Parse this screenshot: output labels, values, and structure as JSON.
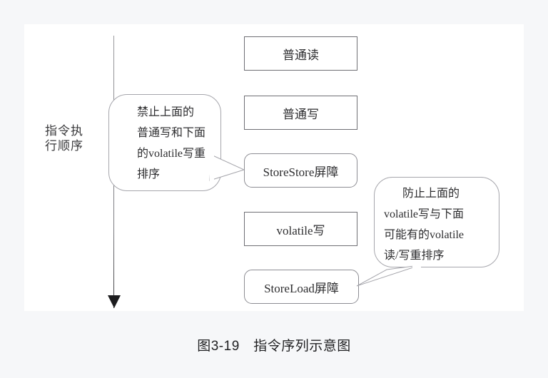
{
  "figure": {
    "axis": {
      "label": "指令执行顺序",
      "label_lines": [
        "指令执",
        "行顺序"
      ],
      "direction": "down",
      "arrow_icon": "down-arrow-icon"
    },
    "boxes": [
      {
        "id": "normal-read",
        "label": "普通读",
        "shape": "sharp"
      },
      {
        "id": "normal-write",
        "label": "普通写",
        "shape": "sharp"
      },
      {
        "id": "storestore",
        "label": "StoreStore屏障",
        "shape": "rounded"
      },
      {
        "id": "volatile-write",
        "label": "volatile写",
        "shape": "sharp"
      },
      {
        "id": "storeload",
        "label": "StoreLoad屏障",
        "shape": "rounded"
      }
    ],
    "callouts": [
      {
        "id": "left",
        "text": "禁止上面的普通写和下面的volatile写重排序",
        "lines": [
          "禁止上面的",
          "普通写和下面",
          "的volatile写重",
          "排序"
        ],
        "points_to": "storestore"
      },
      {
        "id": "right",
        "text": "防止上面的volatile写与下面可能有的volatile读/写重排序",
        "lines": [
          "防止上面的",
          "volatile写与下面",
          "可能有的volatile",
          "读/写重排序"
        ],
        "points_to": "storeload"
      }
    ]
  },
  "caption": {
    "number": "图3-19",
    "title": "指令序列示意图",
    "full": "图3-19　指令序列示意图"
  },
  "colors": {
    "page_background": "#f6f7f9",
    "canvas_background": "#ffffff",
    "box_border": "#6f6f74",
    "callout_border": "#a6a6ac",
    "text": "#2e2e30",
    "arrow": "#1d1d1f"
  }
}
